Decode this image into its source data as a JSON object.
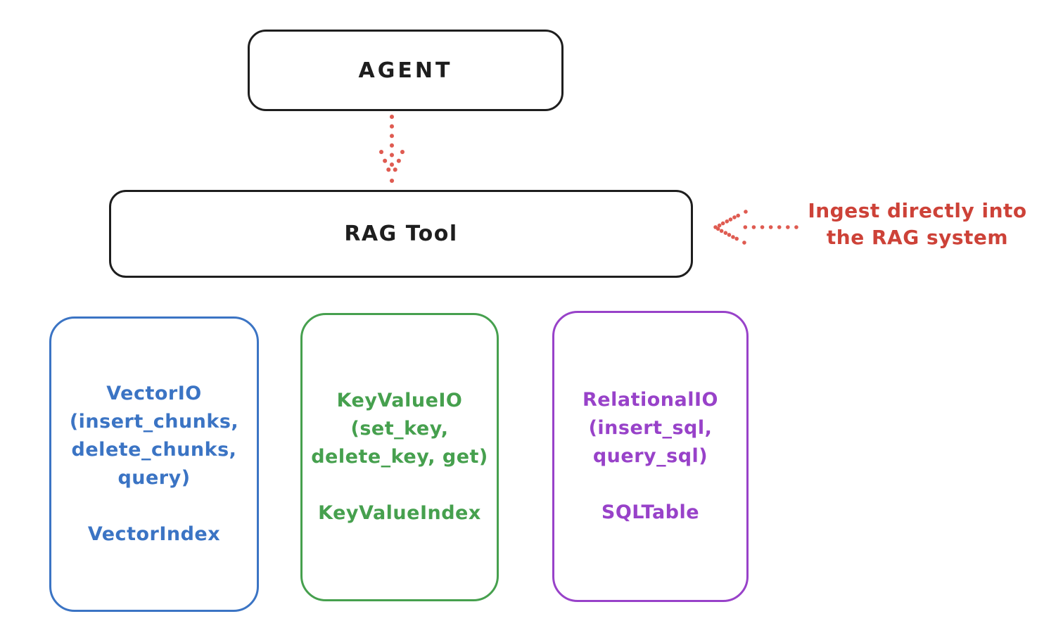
{
  "agent": {
    "label": "AGENT"
  },
  "rag_tool": {
    "label": "RAG Tool"
  },
  "annotation": {
    "line1": "Ingest directly into",
    "line2": "the RAG system"
  },
  "io_boxes": [
    {
      "name": "VectorIO",
      "lines": [
        "VectorIO",
        "(insert_chunks,",
        "delete_chunks,",
        "query)"
      ],
      "index_label": "VectorIndex",
      "color": "#3b74c4"
    },
    {
      "name": "KeyValueIO",
      "lines": [
        "KeyValueIO",
        "(set_key,",
        "delete_key, get)"
      ],
      "index_label": "KeyValueIndex",
      "color": "#46a04e"
    },
    {
      "name": "RelationalIO",
      "lines": [
        "RelationalIO",
        "(insert_sql,",
        "query_sql)"
      ],
      "index_label": "SQLTable",
      "color": "#9842c9"
    }
  ],
  "icons": {
    "down_arrow": "dotted-down-arrow",
    "left_arrow": "dotted-left-arrow"
  },
  "colors": {
    "box_stroke": "#1e1e1e",
    "annotation_red": "#cd4238",
    "arrow_red": "#df5b51",
    "vector_blue": "#3b74c4",
    "keyvalue_green": "#46a04e",
    "relational_purple": "#9842c9",
    "background": "#ffffff"
  }
}
